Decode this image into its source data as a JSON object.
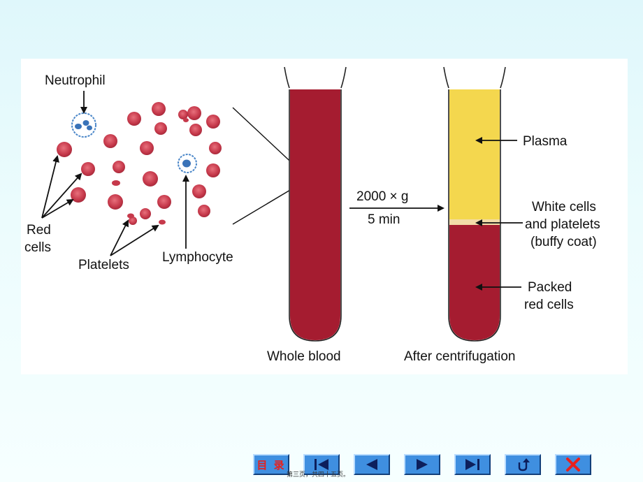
{
  "labels": {
    "neutrophil": "Neutrophil",
    "red_cells_line1": "Red",
    "red_cells_line2": "cells",
    "platelets": "Platelets",
    "lymphocyte": "Lymphocyte",
    "whole_blood": "Whole blood",
    "after_centrifugation": "After centrifugation",
    "speed": "2000 × g",
    "time": "5 min",
    "plasma": "Plasma",
    "buffy_line1": "White cells",
    "buffy_line2": "and platelets",
    "buffy_line3": "(buffy coat)",
    "packed_line1": "Packed",
    "packed_line2": "red cells"
  },
  "colors": {
    "blood": "#a51c30",
    "plasma": "#f4d74e",
    "buffy": "#f3dca8",
    "cell": "#c6394b",
    "leukocyte": "#3a73b8"
  },
  "nav": {
    "toc_label": "目 录",
    "buttons": [
      "toc-button",
      "first-page-button",
      "previous-page-button",
      "next-page-button",
      "last-page-button",
      "return-button",
      "exit-button"
    ],
    "page_status": "第三页，共四十五页。"
  }
}
